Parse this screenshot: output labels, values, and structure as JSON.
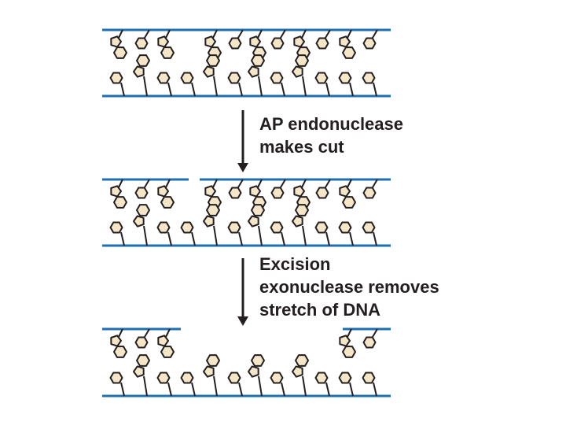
{
  "colors": {
    "backbone": "#1f6fb2",
    "base_fill": "#f5e6c8",
    "base_stroke": "#231f20",
    "arrow": "#231f20",
    "text": "#231f20"
  },
  "steps": [
    {
      "lines": [
        "AP endonuclease",
        "makes cut"
      ]
    },
    {
      "lines": [
        "Excision",
        "exonuclease removes",
        "stretch of DNA"
      ]
    }
  ],
  "icons": {
    "nucleotide": "nucleotide-icon",
    "arrow": "down-arrow-icon"
  }
}
